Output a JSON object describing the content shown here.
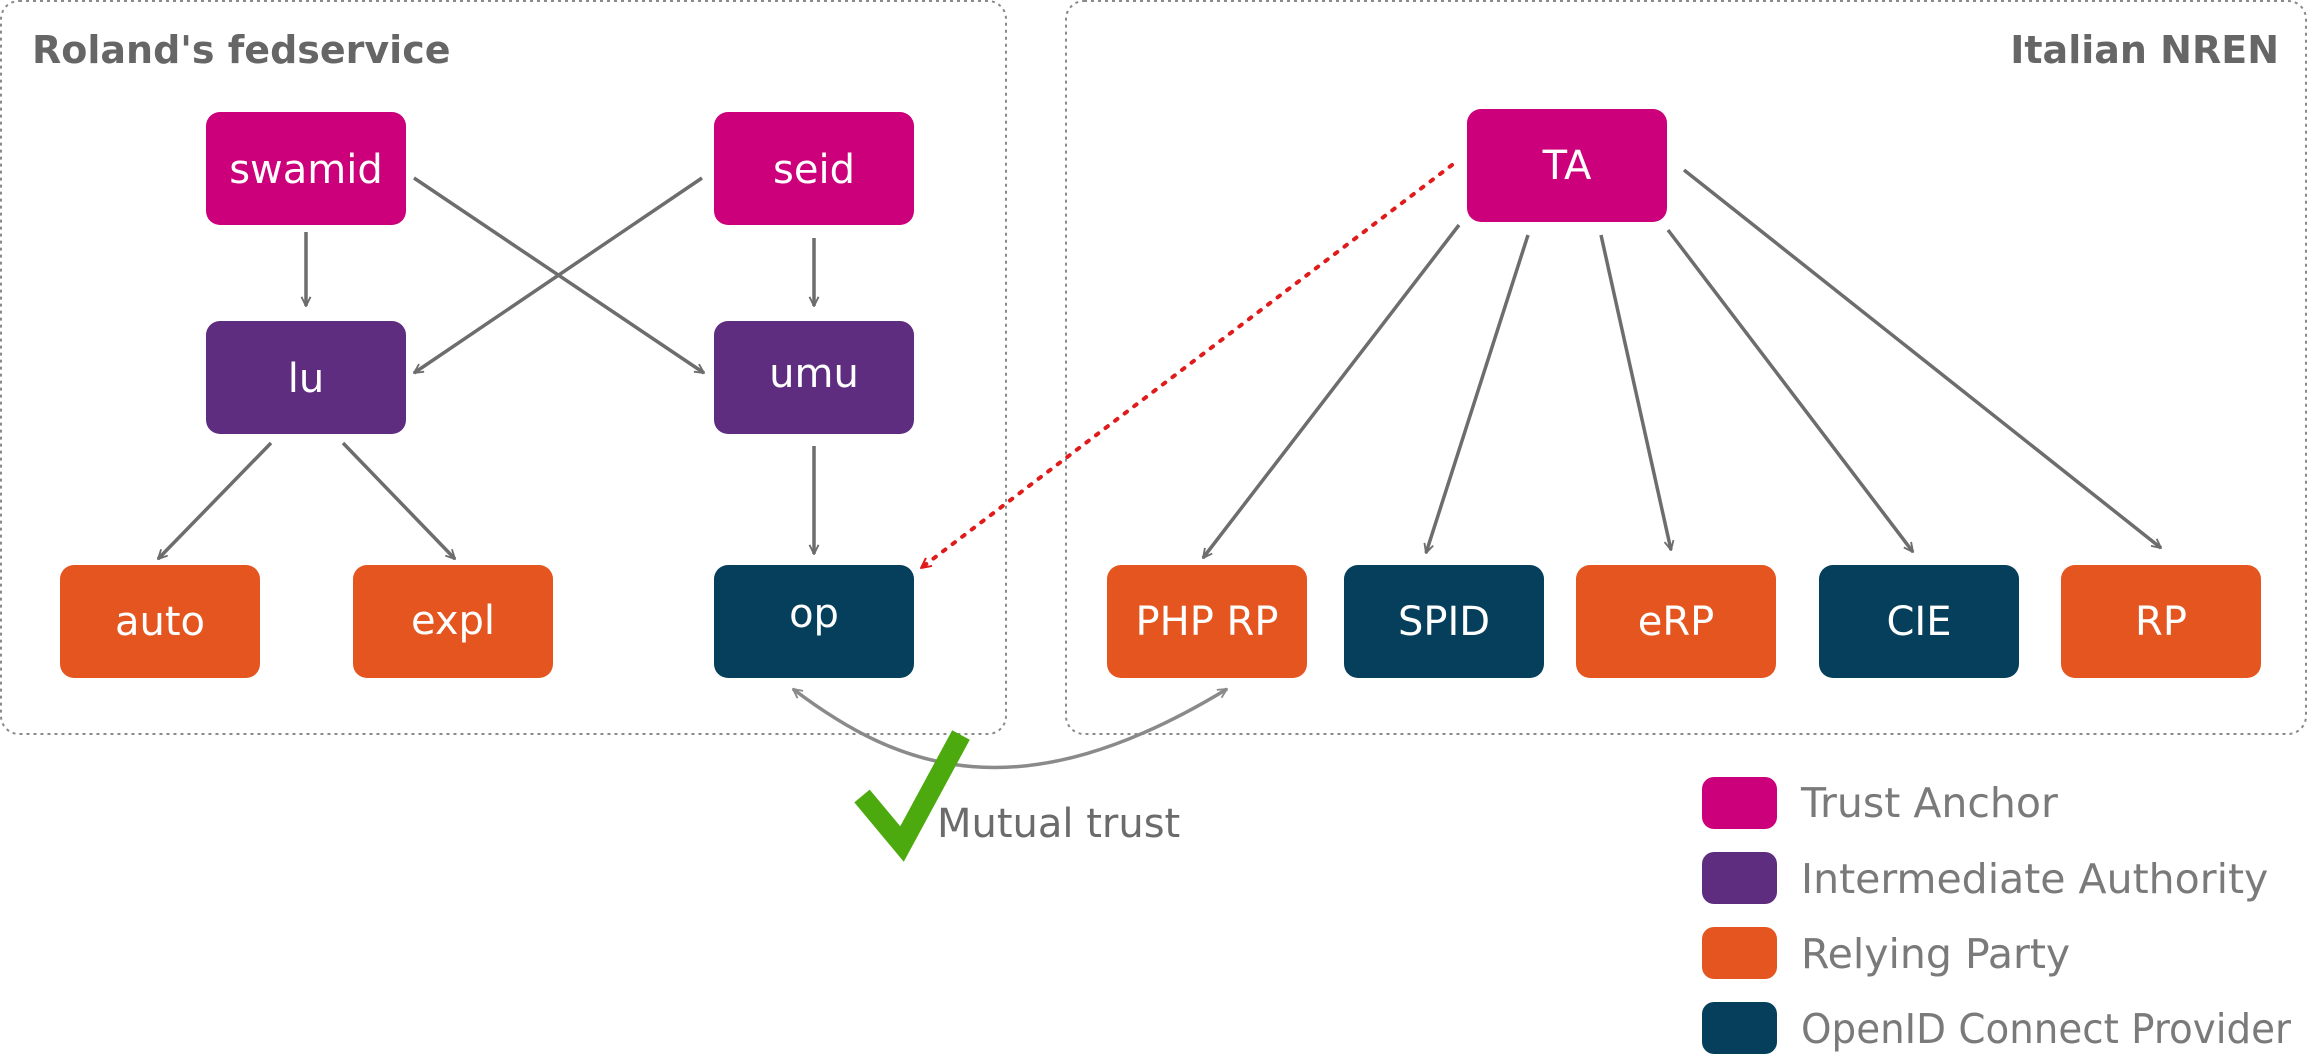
{
  "groups": [
    {
      "id": "rolands-fedservice",
      "title": "Roland's fedservice"
    },
    {
      "id": "italian-nren",
      "title": "Italian NREN"
    }
  ],
  "node_types": {
    "trust_anchor": {
      "label": "Trust Anchor",
      "color": "#cc007a"
    },
    "intermediate": {
      "label": "Intermediate Authority",
      "color": "#5e2d80"
    },
    "relying_party": {
      "label": "Relying Party",
      "color": "#e55520"
    },
    "openid_provider": {
      "label": "OpenID Connect Provider",
      "color": "#053f5c"
    }
  },
  "nodes": [
    {
      "id": "swamid",
      "label": "swamid",
      "type": "trust_anchor"
    },
    {
      "id": "seid",
      "label": "seid",
      "type": "trust_anchor"
    },
    {
      "id": "lu",
      "label": "lu",
      "type": "intermediate"
    },
    {
      "id": "umu",
      "label": "umu",
      "type": "intermediate"
    },
    {
      "id": "auto",
      "label": "auto",
      "type": "relying_party"
    },
    {
      "id": "expl",
      "label": "expl",
      "type": "relying_party"
    },
    {
      "id": "op",
      "label": "op",
      "type": "openid_provider"
    },
    {
      "id": "ta",
      "label": "TA",
      "type": "trust_anchor"
    },
    {
      "id": "php-rp",
      "label": "PHP RP",
      "type": "relying_party"
    },
    {
      "id": "spid",
      "label": "SPID",
      "type": "openid_provider"
    },
    {
      "id": "erp",
      "label": "eRP",
      "type": "relying_party"
    },
    {
      "id": "cie",
      "label": "CIE",
      "type": "openid_provider"
    },
    {
      "id": "rp",
      "label": "RP",
      "type": "relying_party"
    }
  ],
  "edges": [
    {
      "from": "swamid",
      "to": "lu"
    },
    {
      "from": "swamid",
      "to": "umu"
    },
    {
      "from": "seid",
      "to": "lu"
    },
    {
      "from": "seid",
      "to": "umu"
    },
    {
      "from": "lu",
      "to": "auto"
    },
    {
      "from": "lu",
      "to": "expl"
    },
    {
      "from": "umu",
      "to": "op"
    },
    {
      "from": "ta",
      "to": "php-rp"
    },
    {
      "from": "ta",
      "to": "spid"
    },
    {
      "from": "ta",
      "to": "erp"
    },
    {
      "from": "ta",
      "to": "cie"
    },
    {
      "from": "ta",
      "to": "rp"
    },
    {
      "from": "ta",
      "to": "op",
      "style": "dotted",
      "color": "#e01b1b"
    },
    {
      "from": "op",
      "to": "php-rp",
      "style": "bidirectional-curve"
    }
  ],
  "mutual_trust": {
    "label": "Mutual trust",
    "check_color": "#4caa0e"
  },
  "legend": [
    "trust_anchor",
    "intermediate",
    "relying_party",
    "openid_provider"
  ]
}
